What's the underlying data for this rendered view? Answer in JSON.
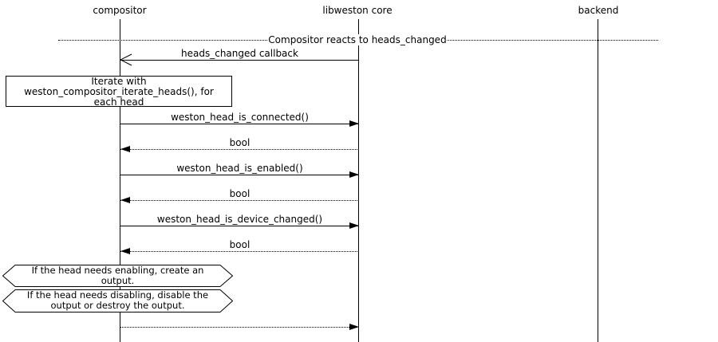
{
  "participants": [
    {
      "label": "compositor"
    },
    {
      "label": "libweston core"
    },
    {
      "label": "backend"
    }
  ],
  "divider": {
    "label": "Compositor reacts to heads_changed"
  },
  "messages": [
    {
      "label": "heads_changed callback"
    },
    {
      "label": "weston_head_is_connected()"
    },
    {
      "label": "bool"
    },
    {
      "label": "weston_head_is_enabled()"
    },
    {
      "label": "bool"
    },
    {
      "label": "weston_head_is_device_changed()"
    },
    {
      "label": "bool"
    },
    {
      "label": ""
    }
  ],
  "notes": [
    {
      "text": "Iterate with\nweston_compositor_iterate_heads(), for\neach head"
    },
    {
      "text": "If the head needs enabling, create an\noutput."
    },
    {
      "text": "If the head needs disabling, disable the\noutput or destroy the output."
    }
  ]
}
